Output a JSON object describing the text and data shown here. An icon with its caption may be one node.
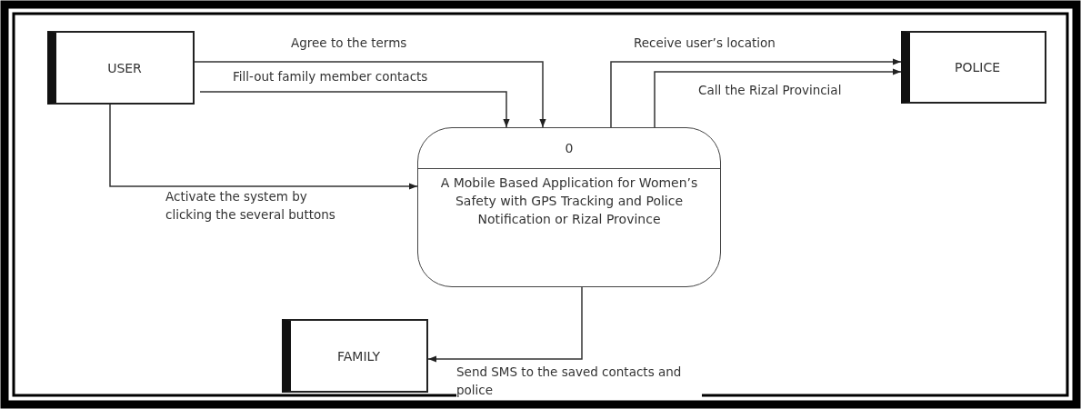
{
  "diagram": {
    "nodes": [
      {
        "text": [
          "USER"
        ]
      },
      {
        "text": [
          "POLICE"
        ]
      },
      {
        "text": [
          "0",
          "A Mobile Based Application for Women’s Safety with GPS Tracking and Police Notification or Rizal Province"
        ]
      },
      {
        "text": [
          "FAMILY"
        ]
      }
    ],
    "edges": [
      {
        "from": 0,
        "to": 2,
        "arrow": "to",
        "label": "Agree to the terms"
      },
      {
        "from": 0,
        "to": 2,
        "arrow": "to",
        "label": "Fill-out family member contacts"
      },
      {
        "from": 0,
        "to": 2,
        "arrow": "to",
        "label": "Activate the system by clicking the several buttons"
      },
      {
        "from": 2,
        "to": 1,
        "arrow": "to",
        "label": "Receive user’s location"
      },
      {
        "from": 2,
        "to": 1,
        "arrow": "to",
        "label": "Call the Rizal Provincial"
      },
      {
        "from": 2,
        "to": 3,
        "arrow": "to",
        "label": "Send SMS to the saved contacts and police"
      }
    ]
  }
}
